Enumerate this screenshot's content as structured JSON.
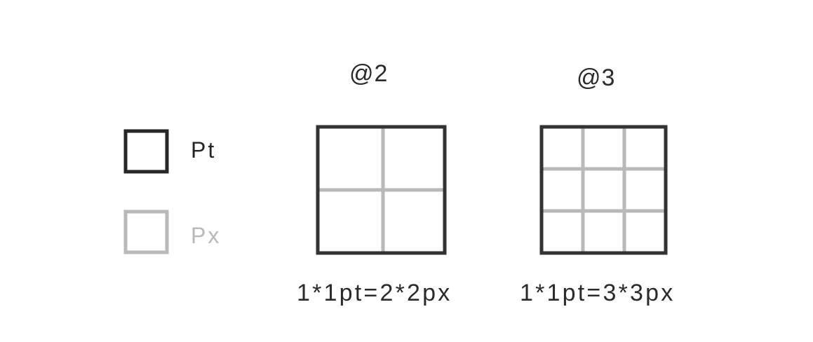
{
  "legend": {
    "pt": {
      "label": "Pt",
      "color": "#262626"
    },
    "px": {
      "label": "Px",
      "color": "#b9b9b9"
    }
  },
  "grids": [
    {
      "scale_label": "@2",
      "divisions": 2,
      "caption": "1*1pt=2*2px"
    },
    {
      "scale_label": "@3",
      "divisions": 3,
      "caption": "1*1pt=3*3px"
    }
  ],
  "colors": {
    "outline": "#333333",
    "grid_line": "#b9b9b9",
    "text": "#2b2b2b"
  }
}
